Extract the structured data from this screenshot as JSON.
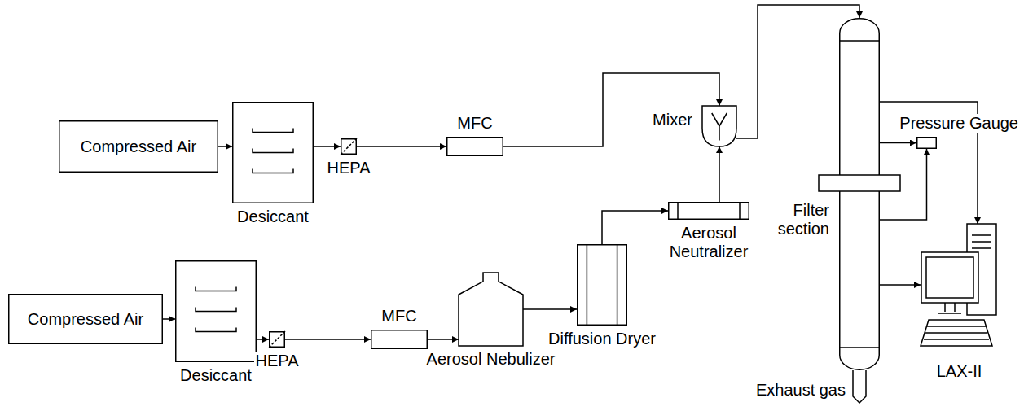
{
  "diagram": {
    "nodes": [
      {
        "text": [
          "Compressed Air"
        ]
      },
      {
        "text": [
          "Desiccant"
        ]
      },
      {
        "text": [
          "HEPA"
        ]
      },
      {
        "text": [
          "MFC"
        ]
      },
      {
        "text": [
          "Mixer"
        ]
      },
      {
        "text": [
          "Compressed Air"
        ]
      },
      {
        "text": [
          "Desiccant"
        ]
      },
      {
        "text": [
          "HEPA"
        ]
      },
      {
        "text": [
          "MFC"
        ]
      },
      {
        "text": [
          "Aerosol Nebulizer"
        ]
      },
      {
        "text": [
          "Diffusion Dryer"
        ]
      },
      {
        "text": [
          "Aerosol Neutralizer"
        ]
      },
      {
        "text": [
          "Filter section"
        ]
      },
      {
        "text": [
          "Pressure Gauge"
        ]
      },
      {
        "text": [
          "LAX-II"
        ]
      }
    ],
    "edges": [
      {
        "from": 0,
        "to": 1,
        "arrow": "to"
      },
      {
        "from": 1,
        "to": 2,
        "arrow": "to"
      },
      {
        "from": 2,
        "to": 3,
        "arrow": "to"
      },
      {
        "from": 3,
        "to": 4,
        "arrow": "to"
      },
      {
        "from": 5,
        "to": 6,
        "arrow": "to"
      },
      {
        "from": 6,
        "to": 7,
        "arrow": "to"
      },
      {
        "from": 7,
        "to": 8,
        "arrow": "to"
      },
      {
        "from": 8,
        "to": 9,
        "arrow": "to"
      },
      {
        "from": 9,
        "to": 10,
        "arrow": "to"
      },
      {
        "from": 10,
        "to": 11,
        "arrow": "to"
      },
      {
        "from": 11,
        "to": 4,
        "arrow": "to"
      },
      {
        "from": 4,
        "to": 12,
        "arrow": "to"
      },
      {
        "from": 12,
        "to": 13,
        "arrow": "to"
      },
      {
        "from": 12,
        "to": 13,
        "arrow": "to"
      },
      {
        "from": 12,
        "to": 14,
        "arrow": "to"
      },
      {
        "from": 12,
        "to": 14,
        "arrow": "to"
      }
    ],
    "labels": [
      "Exhaust gas"
    ]
  }
}
